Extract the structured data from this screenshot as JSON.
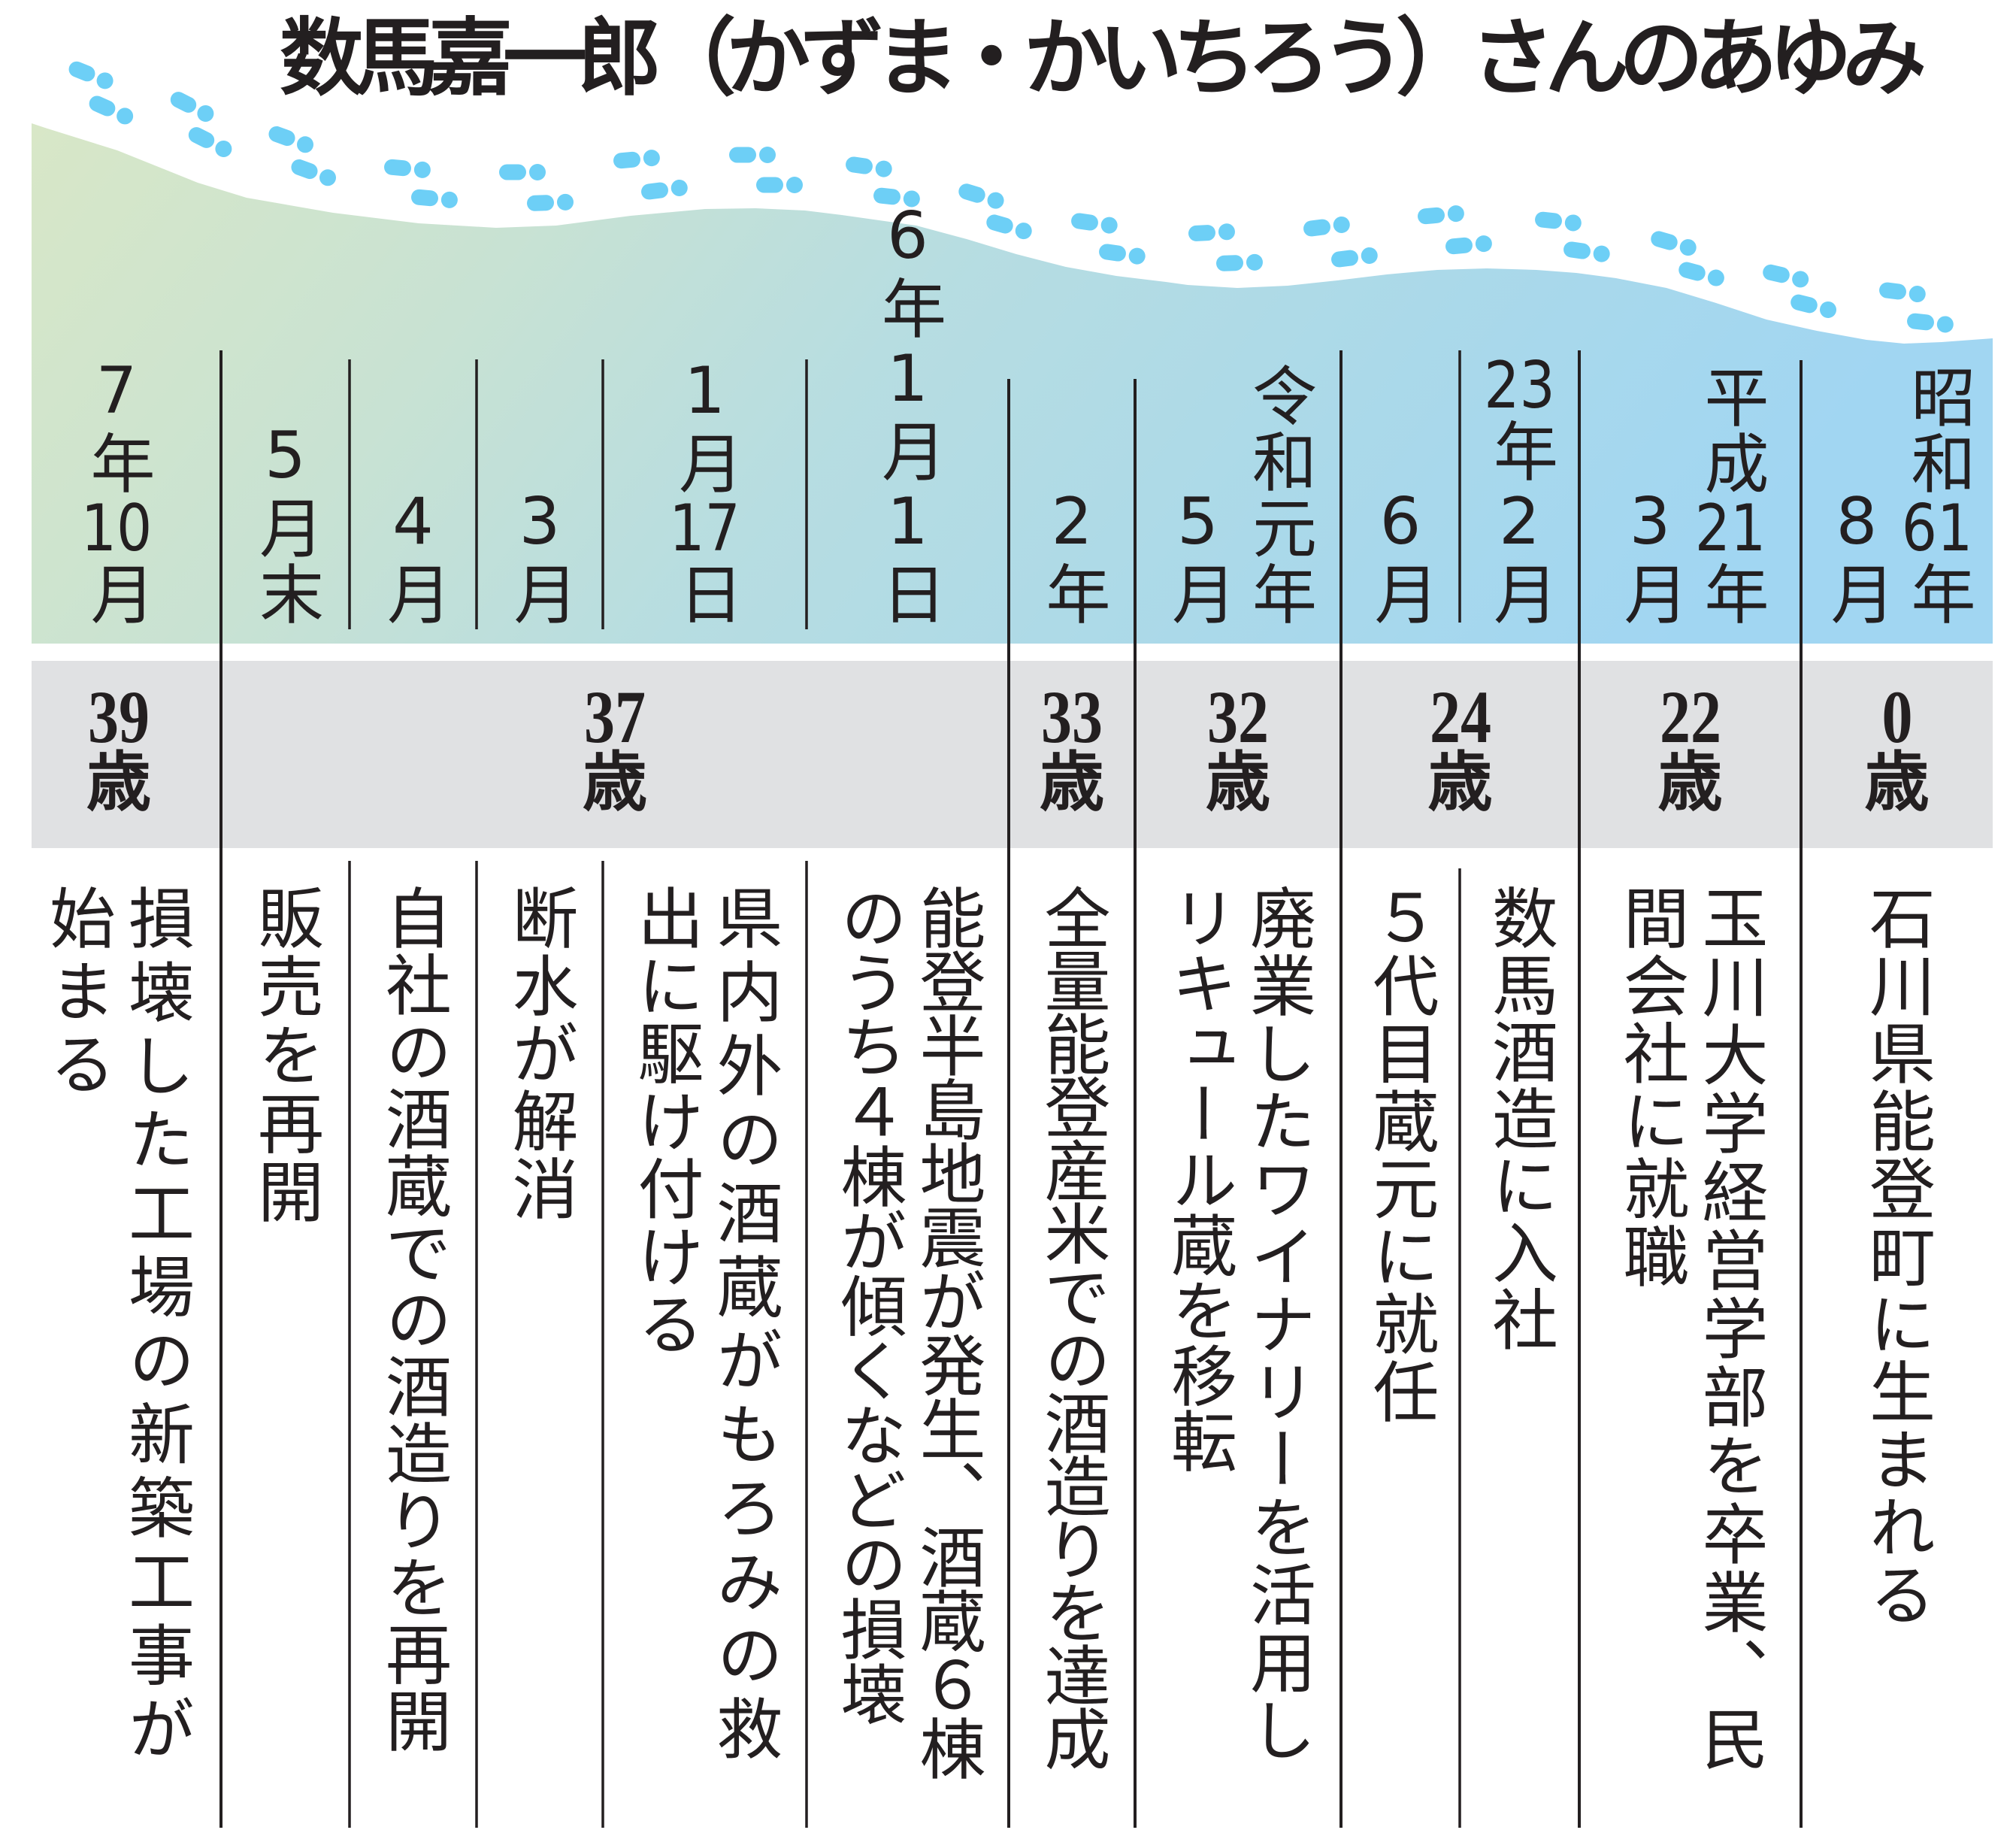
{
  "title": "数馬嘉一郎（かずま・かいちろう）さんのあゆみ",
  "colors": {
    "band_gradient": [
      "#d8e7c7",
      "#c8e2d3",
      "#b7dde1",
      "#abd9e9",
      "#a1d6f2"
    ],
    "footprints": "#6dcff6",
    "age_band": "#e0e1e3",
    "rule": "#231f20"
  },
  "events": [
    {
      "date_lines": [
        "昭和61年",
        "8月"
      ],
      "description_lines": [
        "石川県能登町に生まれる"
      ]
    },
    {
      "date_lines": [
        "平成21年",
        "3月"
      ],
      "description_lines": [
        "玉川大学経営学部を卒業、民",
        "間会社に就職"
      ]
    },
    {
      "date_lines": [
        "23年2月"
      ],
      "description_lines": [
        "数馬酒造に入社"
      ]
    },
    {
      "date_lines": [
        "6月"
      ],
      "description_lines": [
        "５代目蔵元に就任"
      ]
    },
    {
      "date_lines": [
        "令和元年",
        "5月"
      ],
      "description_lines": [
        "廃業したワイナリーを活用し",
        "リキュール蔵を移転"
      ]
    },
    {
      "date_lines": [
        "2年"
      ],
      "description_lines": [
        "全量能登産米での酒造りを達成"
      ]
    },
    {
      "date_lines": [
        "6年1月1日"
      ],
      "description_lines": [
        "能登半島地震が発生、酒蔵６棟",
        "のうち４棟が傾くなどの損壊"
      ]
    },
    {
      "date_lines": [
        "1月17日"
      ],
      "description_lines": [
        "県内外の酒蔵がもろみの救",
        "出に駆け付ける"
      ]
    },
    {
      "date_lines": [
        "3月"
      ],
      "description_lines": [
        "断水が解消"
      ]
    },
    {
      "date_lines": [
        "4月"
      ],
      "description_lines": [
        "自社の酒蔵での酒造りを再開"
      ]
    },
    {
      "date_lines": [
        "5月末"
      ],
      "description_lines": [
        "販売を再開"
      ]
    },
    {
      "date_lines": [
        "7年10月"
      ],
      "description_lines": [
        "損壊した工場の新築工事が",
        "始まる"
      ]
    }
  ],
  "ages": [
    {
      "number": "0",
      "unit": "歳"
    },
    {
      "number": "22",
      "unit": "歳"
    },
    {
      "number": "24",
      "unit": "歳"
    },
    {
      "number": "32",
      "unit": "歳"
    },
    {
      "number": "33",
      "unit": "歳"
    },
    {
      "number": "37",
      "unit": "歳"
    },
    {
      "number": "39",
      "unit": "歳"
    }
  ]
}
